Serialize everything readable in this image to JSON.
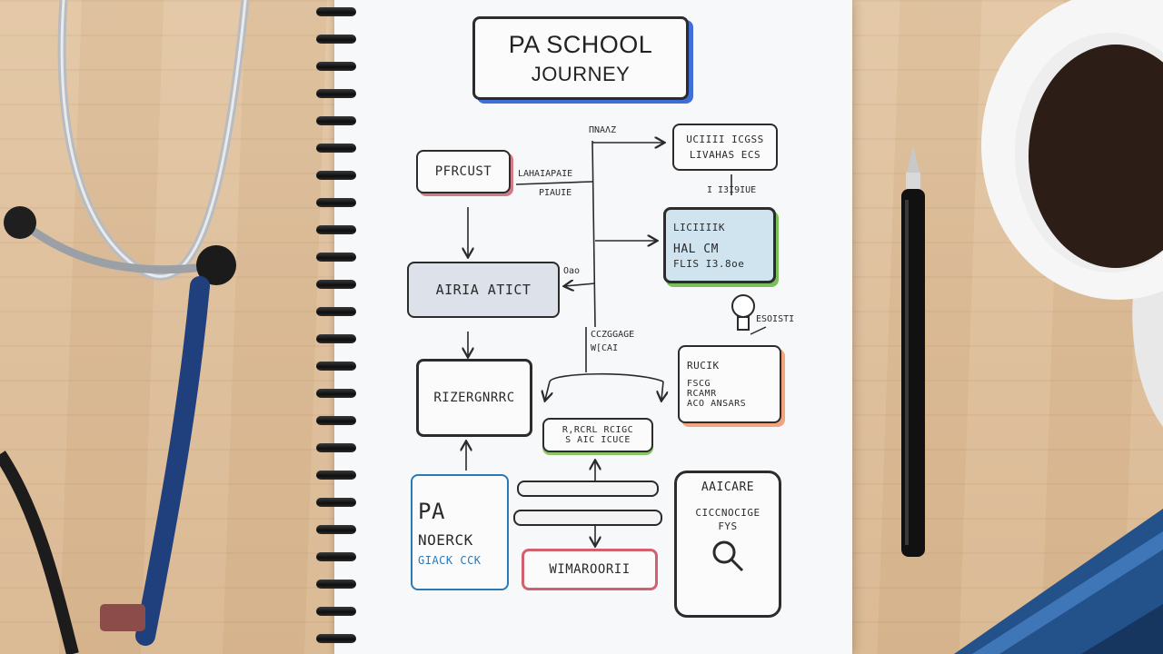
{
  "title_box": {
    "line1": "PA SCHOOL",
    "line2": "JOURNEY"
  },
  "boxes": {
    "prereqs": "PFRCUST",
    "application": "AIRIA ATICT",
    "interview": "RIZERGNRRC",
    "pa_school": {
      "line1": "PA",
      "line2": "NOERCK",
      "line3": "GIACK CCK"
    },
    "top_right": {
      "line1": "UCIIII ICGSS",
      "line2": "LIVAHAS ECS"
    },
    "mid_right": {
      "line1": "LICIIIIK",
      "line2": "HAL CM",
      "line3": "FLIS I3.8oe"
    },
    "right_middle": {
      "line1": "RUCIK",
      "line2": "FSCG",
      "line3": "RCAMR",
      "line4": "ACO ANSARS"
    },
    "center_small": {
      "line1": "R,RCRL RCIGC",
      "line2": "S AIC ICUCE"
    },
    "pink": "WIMAROORII",
    "bottom_right": {
      "line1": "AAICARE",
      "line2": "CICCNOCIGE",
      "line3": "FYS"
    }
  },
  "notes": {
    "top_arrow": "ΠNAΛZ",
    "beside_prereq1": "LAHAIAPAIE",
    "beside_prereq2": "PIAUIE",
    "under_top_right": "I I3I9IUE",
    "beside_app": "Oao",
    "center_1": "CCZGGAGE",
    "center_2": "W[CAI",
    "bulb_note": "ESOISTI"
  },
  "colors": {
    "title_accent": "#3f6fd6",
    "prereq_accent": "#d47a86",
    "application_fill": "#dde1ea",
    "mid_right_fill": "#cfe4ee",
    "mid_right_accent": "#7bbf5c",
    "right_middle_accent": "#f0a57c",
    "center_small_accent": "#8cc46a",
    "pa_school_accent": "#2b79b6",
    "pink_accent": "#d3606e",
    "mug": "#ffffff",
    "coffee": "#2c1d17",
    "lanyard": "#1f3f7d"
  }
}
